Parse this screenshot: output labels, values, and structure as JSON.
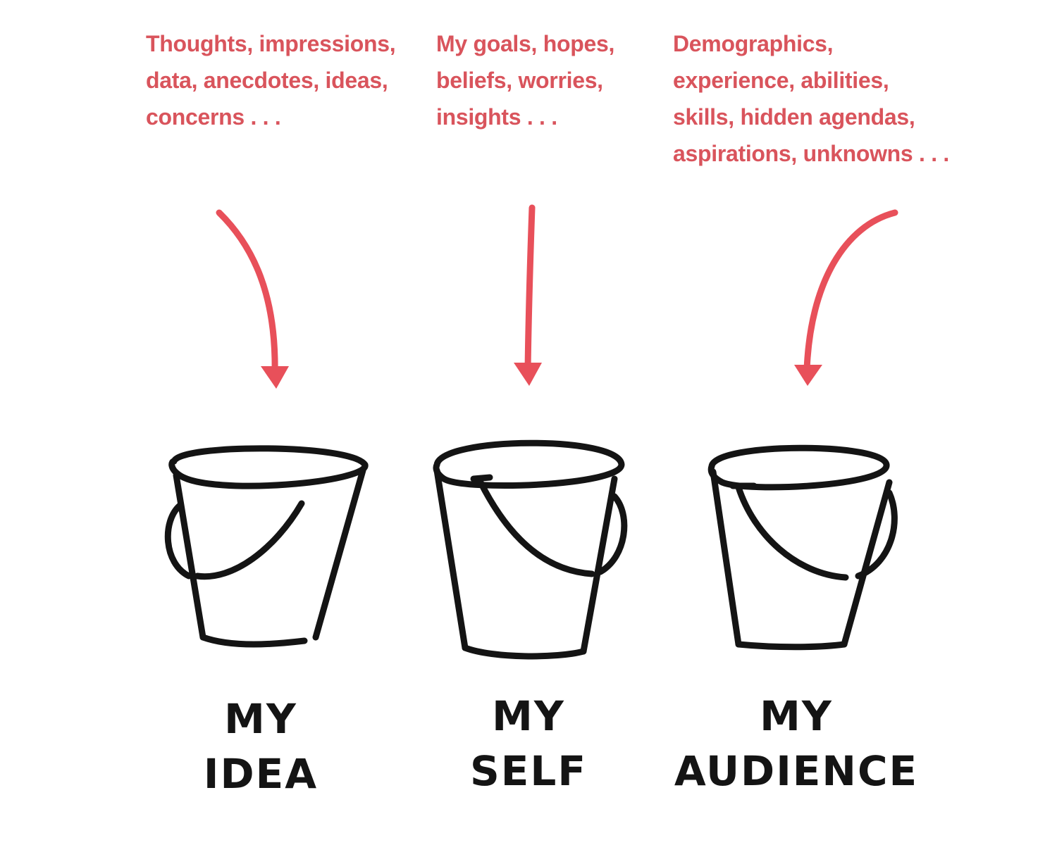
{
  "colors": {
    "caption": "#d9545c",
    "arrow": "#e8505a",
    "ink": "#141414",
    "background": "#ffffff"
  },
  "buckets": [
    {
      "caption_lines": [
        "Thoughts, impressions,",
        "data, anecdotes, ideas,",
        "concerns . . ."
      ],
      "label_lines": [
        "MY",
        "IDEA"
      ]
    },
    {
      "caption_lines": [
        "My goals, hopes,",
        "beliefs, worries,",
        "insights . . ."
      ],
      "label_lines": [
        "MY",
        "SELF"
      ]
    },
    {
      "caption_lines": [
        "Demographics,",
        "experience, abilities,",
        "skills, hidden agendas,",
        "aspirations, unknowns . . ."
      ],
      "label_lines": [
        "MY",
        "AUDIENCE"
      ]
    }
  ]
}
